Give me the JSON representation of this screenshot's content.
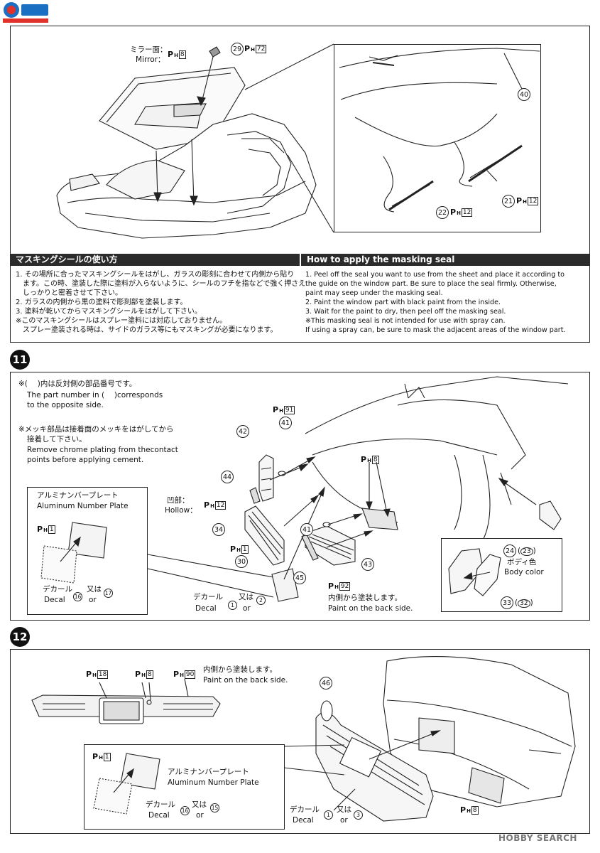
{
  "watermark": {
    "text": "",
    "sub": ""
  },
  "footer_watermark": "HOBBY SEARCH",
  "s10": {
    "mirror_label_jp": "ミラー面：",
    "mirror_label_en": "Mirror：",
    "mirror_ph": "8",
    "part29": "29",
    "part29_ph": "72",
    "part40": "40",
    "part21": "21",
    "part21_ph": "12",
    "part22": "22",
    "part22_ph": "12"
  },
  "masking": {
    "title_jp": "マスキングシールの使い方",
    "title_en": "How to apply the masking seal",
    "jp_lines": [
      "1. その場所に合ったマスキングシールをはがし、ガラスの彫刻に合わせて内側から貼り",
      "　ます。この時、塗装した際に塗料が入らないように、シールのフチを指などで強く押さえ",
      "　しっかりと密着させて下さい。",
      "2. ガラスの内側から黒の塗料で彫刻部を塗装します。",
      "3. 塗料が乾いてからマスキングシールをはがして下さい。",
      "※このマスキングシールはスプレー塗料には対応しておりません。",
      "　スプレー塗装される時は、サイドのガラス等にもマスキングが必要になります。"
    ],
    "en_lines": [
      "1. Peel off the seal you want to use from the sheet and place it according to",
      "    the guide on the window part. Be sure to place the seal firmly. Otherwise,",
      "    paint may seep under the masking seal.",
      "2. Paint the window part with black paint from the inside.",
      "3. Wait for the paint to dry, then peel off the masking seal.",
      "※This masking seal is not intended for use with spray can.",
      "  If using a spray can, be sure to mask the adjacent areas of the window part."
    ]
  },
  "s11": {
    "step": "11",
    "note1_jp": "※(　 )内は反対側の部品番号です。",
    "note1_en1": "The part number in (　 )corresponds",
    "note1_en2": "to the opposite side.",
    "note2_jp1": "※メッキ部品は接着面のメッキをはがしてから",
    "note2_jp2": "接着して下さい。",
    "note2_en1": "Remove chrome plating from thecontact",
    "note2_en2": "points before applying cement.",
    "plate_jp": "アルミナンバープレート",
    "plate_en": "Aluminum Number Plate",
    "plate_ph": "1",
    "decal_jp": "デカール",
    "decal_en": "Decal",
    "decal_a": "16",
    "decal_or_jp": "又は",
    "decal_or_en": "or",
    "decal_b": "17",
    "decal2_a": "1",
    "decal2_b": "2",
    "hollow_jp": "凹部：",
    "hollow_en": "Hollow：",
    "hollow_ph": "12",
    "ph91": "91",
    "ph8": "8",
    "ph1": "1",
    "ph92": "92",
    "parts": [
      "42",
      "41",
      "44",
      "34",
      "41",
      "30",
      "45",
      "43"
    ],
    "back_jp": "内側から塗装します。",
    "back_en": "Paint on the back side.",
    "mirror_a": "24",
    "mirror_a2": "23",
    "body_jp": "ボディ色",
    "body_en": "Body color",
    "mirror_b": "33",
    "mirror_b2": "32"
  },
  "s12": {
    "step": "12",
    "ph18": "18",
    "ph8": "8",
    "ph90": "90",
    "back_jp": "内側から塗装します。",
    "back_en": "Paint on the back side.",
    "part46": "46",
    "plate_jp": "アルミナンバープレート",
    "plate_en": "Aluminum Number Plate",
    "plate_ph": "1",
    "decal_jp": "デカール",
    "decal_en": "Decal",
    "decal_a": "16",
    "decal_or_jp": "又は",
    "decal_or_en": "or",
    "decal_b": "15",
    "decal2_a": "1",
    "decal2_b": "3",
    "ph8_bottom": "8"
  }
}
